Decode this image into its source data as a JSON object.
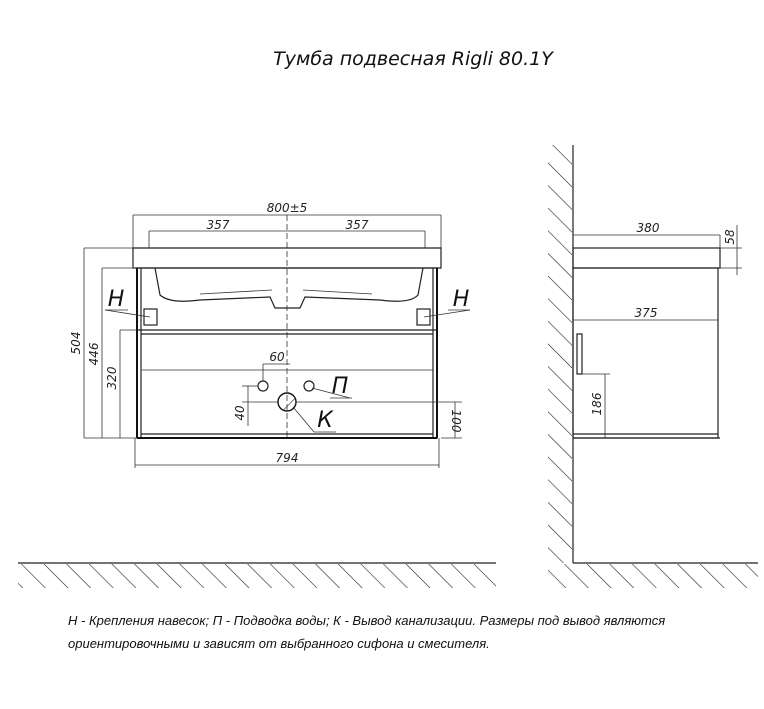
{
  "title": "Тумба подвесная Rigli 80.1Y",
  "front": {
    "overall_width": "800±5",
    "half_left": "357",
    "half_right": "357",
    "height_total": "504",
    "height_2": "446",
    "height_3": "320",
    "drain_offset": "60",
    "drain_height": "40",
    "side_height": "100",
    "bottom_width": "794",
    "label_H_left": "Н",
    "label_H_right": "Н",
    "label_P": "П",
    "label_K": "К"
  },
  "side": {
    "depth_top": "380",
    "top_thickness": "58",
    "depth_body": "375",
    "handle_height": "186"
  },
  "legend": {
    "line1": "Н - Крепления навесок; П - Подводка воды; К - Вывод канализации. Размеры под вывод являются",
    "line2": "ориентировочными и зависят от выбранного сифона и смесителя."
  }
}
